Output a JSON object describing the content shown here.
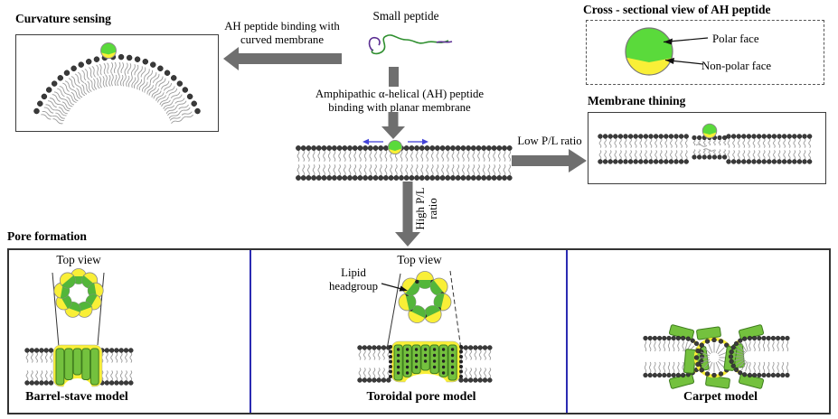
{
  "diagram": {
    "titles": {
      "curvature": "Curvature sensing",
      "cross_section": "Cross - sectional view of AH peptide",
      "thinning": "Membrane thining",
      "pore": "Pore formation"
    },
    "labels": {
      "small_peptide": "Small peptide",
      "curved_binding": "AH peptide binding with curved membrane",
      "planar_binding": "Amphipathic α-helical (AH) peptide binding with planar membrane",
      "low_pl": "Low P/L ratio",
      "high_pl": "High P/L ratio",
      "polar_face": "Polar face",
      "nonpolar_face": "Non-polar face",
      "top_view_barrel": "Top view",
      "top_view_toroidal": "Top view",
      "lipid_headgroup": "Lipid headgroup",
      "barrel_model": "Barrel-stave model",
      "toroidal_model": "Toroidal pore model",
      "carpet_model": "Carpet model"
    },
    "colors": {
      "polar_green": "#5ada3b",
      "nonpolar_yellow": "#f9ef37",
      "ring_green": "#53b63a",
      "pore_green": "#74c13e",
      "pore_green_dark": "#3f7d1f",
      "arrow_gray": "#6f6f6f",
      "divider_blue": "#2b2bb2",
      "lipid_head": "#3a3a3a",
      "lipid_tail": "#9a9a9a",
      "motion_blue": "#4343d9",
      "peptide_purple": "#5a2d91",
      "peptide_chain_green": "#2f8f2f"
    }
  }
}
